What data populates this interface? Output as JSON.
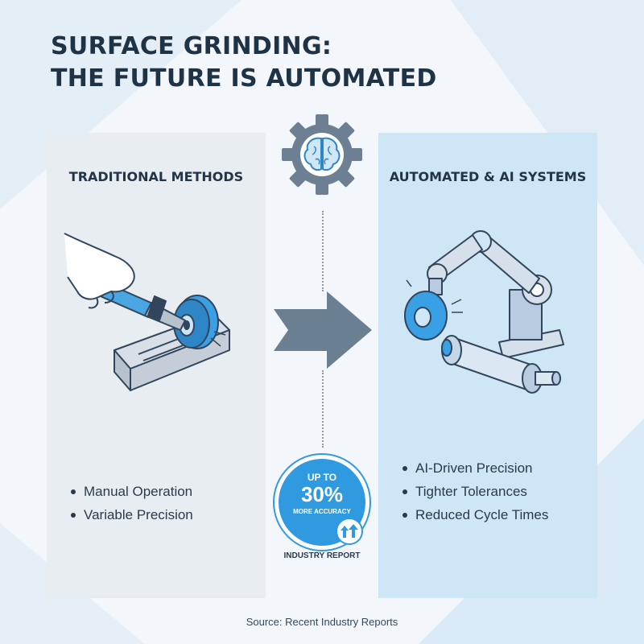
{
  "title": {
    "line1": "SURFACE GRINDING:",
    "line2": "THE FUTURE IS AUTOMATED"
  },
  "left_panel": {
    "heading": "TRADITIONAL METHODS",
    "illustration": "manual-grinder-illustration",
    "bullets": [
      "Manual Operation",
      "Variable Precision"
    ]
  },
  "right_panel": {
    "heading": "AUTOMATED & AI SYSTEMS",
    "illustration": "robotic-arm-grinder-illustration",
    "bullets": [
      "AI-Driven Precision",
      "Tighter Tolerances",
      "Reduced Cycle Times"
    ]
  },
  "center": {
    "top_icon": "gear-brain-icon",
    "arrow_icon": "right-arrow-icon",
    "badge": {
      "line1": "UP TO",
      "value": "30%",
      "line2": "MORE ACCURACY",
      "icon": "up-arrows-icon"
    },
    "badge_caption": "INDUSTRY REPORT"
  },
  "source": "Source: Recent Industry Reports",
  "colors": {
    "title": "#1f3347",
    "left_panel_bg": "#e8edf2",
    "right_panel_bg": "#cfe6f6",
    "accent_blue": "#2f9ae0",
    "arrow_gray": "#6b7f93"
  }
}
